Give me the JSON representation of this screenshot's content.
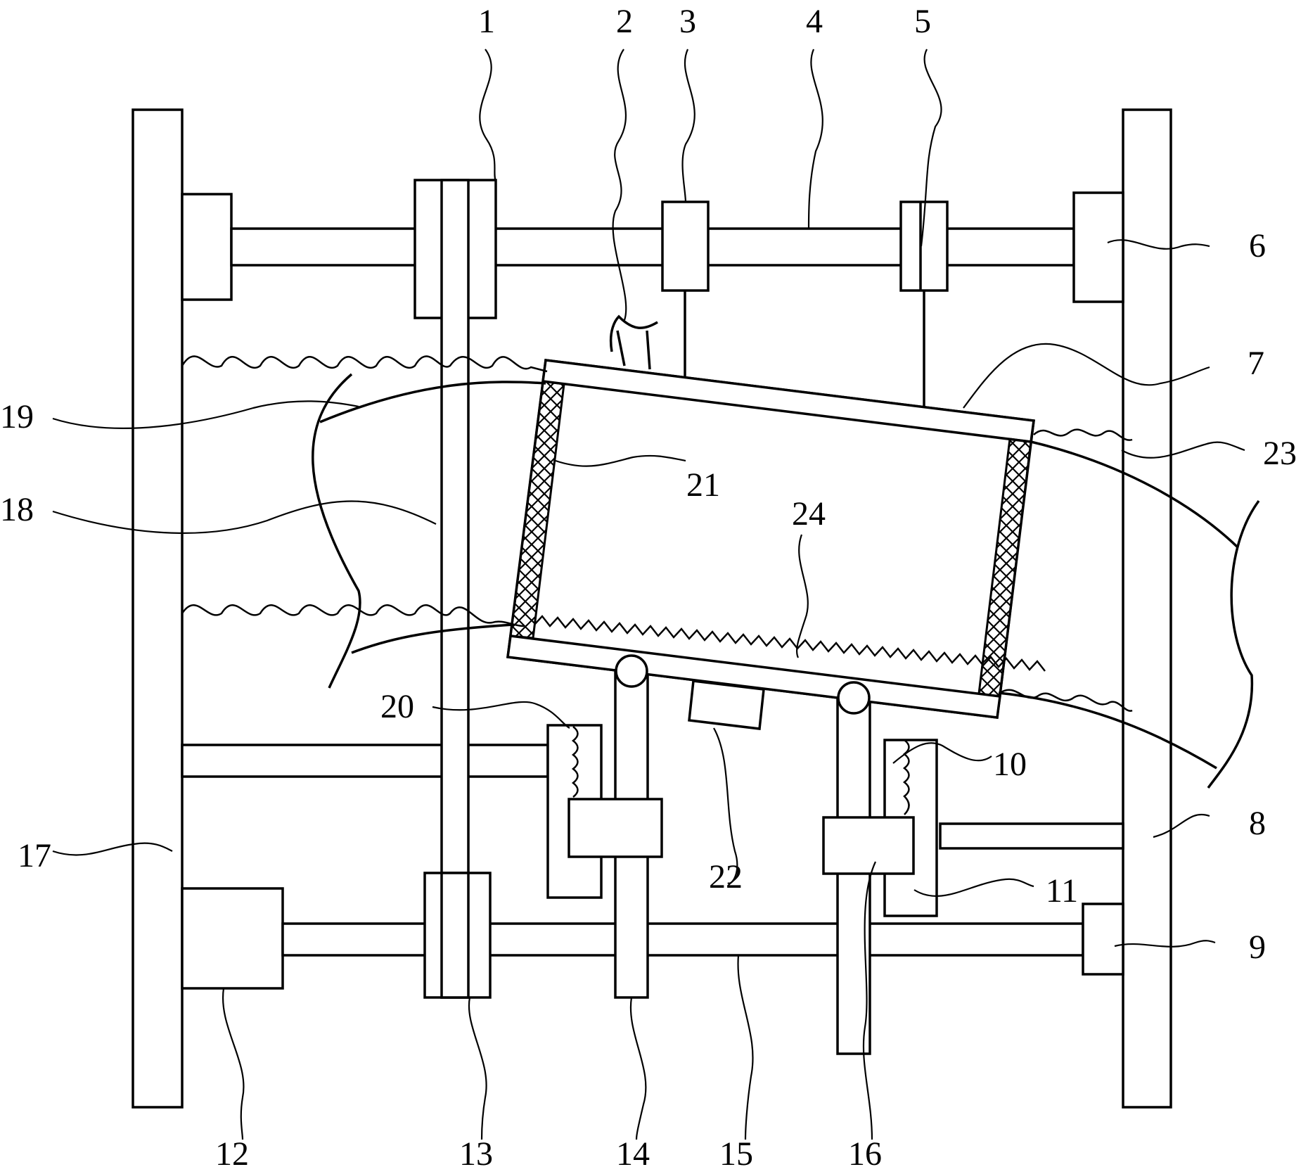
{
  "labels": {
    "n1": "1",
    "n2": "2",
    "n3": "3",
    "n4": "4",
    "n5": "5",
    "n6": "6",
    "n7": "7",
    "n8": "8",
    "n9": "9",
    "n10": "10",
    "n11": "11",
    "n12": "12",
    "n13": "13",
    "n14": "14",
    "n15": "15",
    "n16": "16",
    "n17": "17",
    "n18": "18",
    "n19": "19",
    "n20": "20",
    "n21": "21",
    "n22": "22",
    "n23": "23",
    "n24": "24"
  }
}
